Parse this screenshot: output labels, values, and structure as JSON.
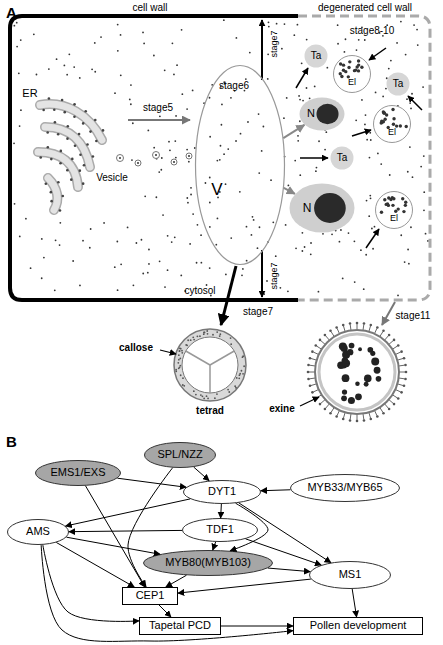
{
  "diagram": {
    "nodes": [
      {
        "text": [
          "V"
        ]
      },
      {
        "text": [
          "Ta"
        ]
      },
      {
        "text": [
          "El"
        ]
      },
      {
        "text": [
          "Ta"
        ]
      },
      {
        "text": [
          "N"
        ]
      },
      {
        "text": [
          "El"
        ]
      },
      {
        "text": [
          "Ta"
        ]
      },
      {
        "text": [
          "N"
        ]
      },
      {
        "text": [
          "El"
        ]
      },
      {
        "text": [
          "SPL/NZZ"
        ]
      },
      {
        "text": [
          "EMS1/EXS"
        ]
      },
      {
        "text": [
          "DYT1"
        ]
      },
      {
        "text": [
          "MYB33/MYB65"
        ]
      },
      {
        "text": [
          "AMS"
        ]
      },
      {
        "text": [
          "TDF1"
        ]
      },
      {
        "text": [
          "MYB80(MYB103)"
        ]
      },
      {
        "text": [
          "MS1"
        ]
      },
      {
        "text": [
          "CEP1"
        ]
      },
      {
        "text": [
          "Tapetal PCD"
        ]
      },
      {
        "text": [
          "Pollen development"
        ]
      }
    ],
    "edges": [
      {
        "from": 0,
        "to": 4,
        "arrow": "to"
      },
      {
        "from": 0,
        "to": 7,
        "arrow": "to"
      },
      {
        "from": 9,
        "to": 11,
        "arrow": "to"
      },
      {
        "from": 9,
        "to": 17,
        "arrow": "to"
      },
      {
        "from": 10,
        "to": 11,
        "arrow": "to"
      },
      {
        "from": 10,
        "to": 17,
        "arrow": "to"
      },
      {
        "from": 12,
        "to": 11,
        "arrow": "to"
      },
      {
        "from": 11,
        "to": 13,
        "arrow": "to"
      },
      {
        "from": 11,
        "to": 14,
        "arrow": "to"
      },
      {
        "from": 11,
        "to": 15,
        "arrow": "to"
      },
      {
        "from": 11,
        "to": 16,
        "arrow": "to"
      },
      {
        "from": 14,
        "to": 13,
        "arrow": "to"
      },
      {
        "from": 14,
        "to": 15,
        "arrow": "to"
      },
      {
        "from": 14,
        "to": 16,
        "arrow": "to"
      },
      {
        "from": 13,
        "to": 15,
        "arrow": "to"
      },
      {
        "from": 13,
        "to": 17,
        "arrow": "to"
      },
      {
        "from": 13,
        "to": 18,
        "arrow": "to"
      },
      {
        "from": 13,
        "to": 19,
        "arrow": "to"
      },
      {
        "from": 15,
        "to": 16,
        "arrow": "to"
      },
      {
        "from": 15,
        "to": 17,
        "arrow": "to"
      },
      {
        "from": 16,
        "to": 17,
        "arrow": "to"
      },
      {
        "from": 17,
        "to": 18,
        "arrow": "to"
      },
      {
        "from": 18,
        "to": 19,
        "arrow": "to"
      },
      {
        "from": 16,
        "to": 19,
        "arrow": "to"
      }
    ],
    "labels": [
      "A",
      "cell wall",
      "degenerated cell wall",
      "ER",
      "stage5",
      "Vesicle",
      "stage6",
      "stage7",
      "stage7",
      "cytosol",
      "stage8-10",
      "stage7",
      "callose",
      "tetrad",
      "stage11",
      "exine",
      "B"
    ]
  }
}
